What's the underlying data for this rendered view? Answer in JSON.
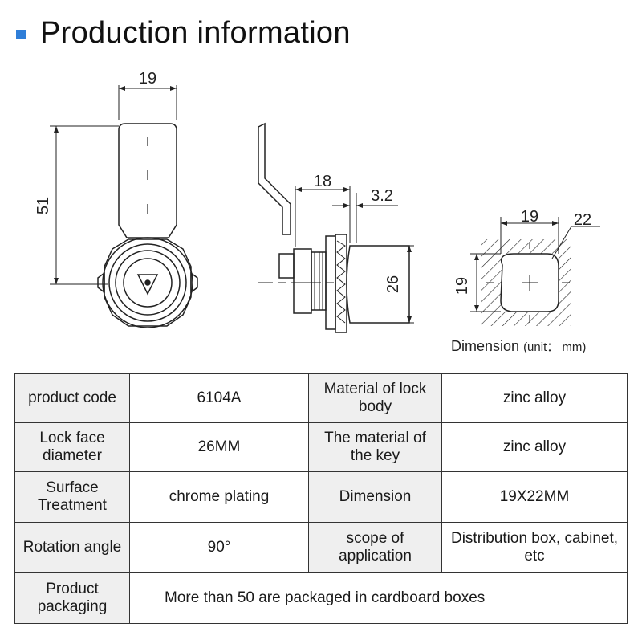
{
  "header": {
    "title": "Production information"
  },
  "drawing": {
    "front_view": {
      "width_dim": "19",
      "height_dim": "51"
    },
    "side_view": {
      "length_dim": "18",
      "thickness_dim": "3.2",
      "diameter_dim": "26"
    },
    "cutout_view": {
      "width_dim": "19",
      "corner_dim": "22",
      "height_dim": "19"
    },
    "caption": "Dimension",
    "caption_unit": "(unit： mm)"
  },
  "specs": {
    "rows": [
      {
        "label1": "product code",
        "value1": "6104A",
        "label2": "Material of lock body",
        "value2": "zinc alloy"
      },
      {
        "label1": "Lock face diameter",
        "value1": "26MM",
        "label2": "The material of the key",
        "value2": "zinc alloy"
      },
      {
        "label1": "Surface Treatment",
        "value1": "chrome plating",
        "label2": "Dimension",
        "value2": "19X22MM"
      },
      {
        "label1": "Rotation angle",
        "value1": "90°",
        "label2": "scope of application",
        "value2": "Distribution box, cabinet, etc"
      }
    ],
    "packaging": {
      "label": "Product packaging",
      "value": "More than 50 are packaged in cardboard boxes"
    }
  }
}
